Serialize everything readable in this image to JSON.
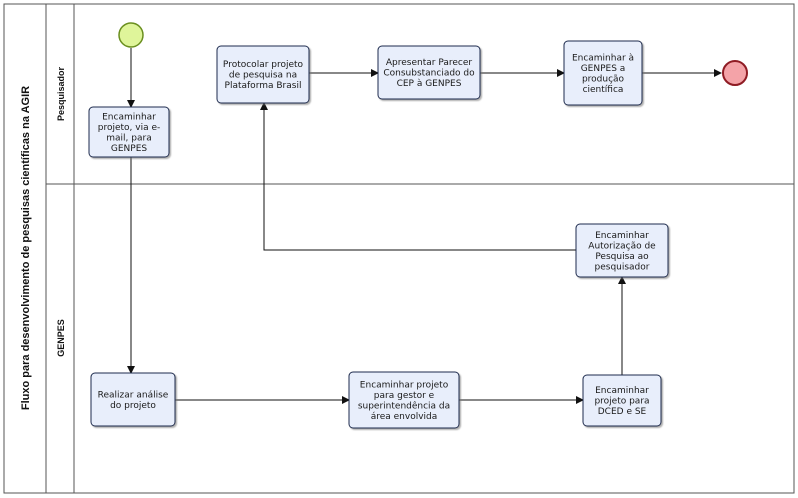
{
  "pool": {
    "title": "Fluxo para desenvolvimento de pesquisas científicas na AGIR"
  },
  "lanes": [
    {
      "id": "pesquisador",
      "label": "Pesquisador"
    },
    {
      "id": "genpes",
      "label": "GENPES"
    }
  ],
  "tasks": {
    "encaminhar_projeto_email": [
      "Encaminhar",
      "projeto, via e-",
      "mail, para",
      "GENPES"
    ],
    "protocolar_projeto": [
      "Protocolar projeto",
      "de pesquisa na",
      "Plataforma Brasil"
    ],
    "apresentar_parecer": [
      "Apresentar Parecer",
      "Consubstanciado do",
      "CEP à GENPES"
    ],
    "encaminhar_producao": [
      "Encaminhar à",
      "GENPES a",
      "produção",
      "científica"
    ],
    "realizar_analise": [
      "Realizar análise",
      "do projeto"
    ],
    "encaminhar_gestor": [
      "Encaminhar projeto",
      "para gestor e",
      "superintendência da",
      "área envolvida"
    ],
    "encaminhar_dced": [
      "Encaminhar",
      "projeto para",
      "DCED e SE"
    ],
    "encaminhar_autorizacao": [
      "Encaminhar",
      "Autorização de",
      "Pesquisa ao",
      "pesquisador"
    ]
  },
  "colors": {
    "task_fill": "#e8eefb",
    "task_stroke": "#1f2b4d",
    "start_fill": "#dff59a",
    "start_stroke": "#6a8f1f",
    "end_fill": "#f4a3a8",
    "end_stroke": "#8f1c24"
  }
}
